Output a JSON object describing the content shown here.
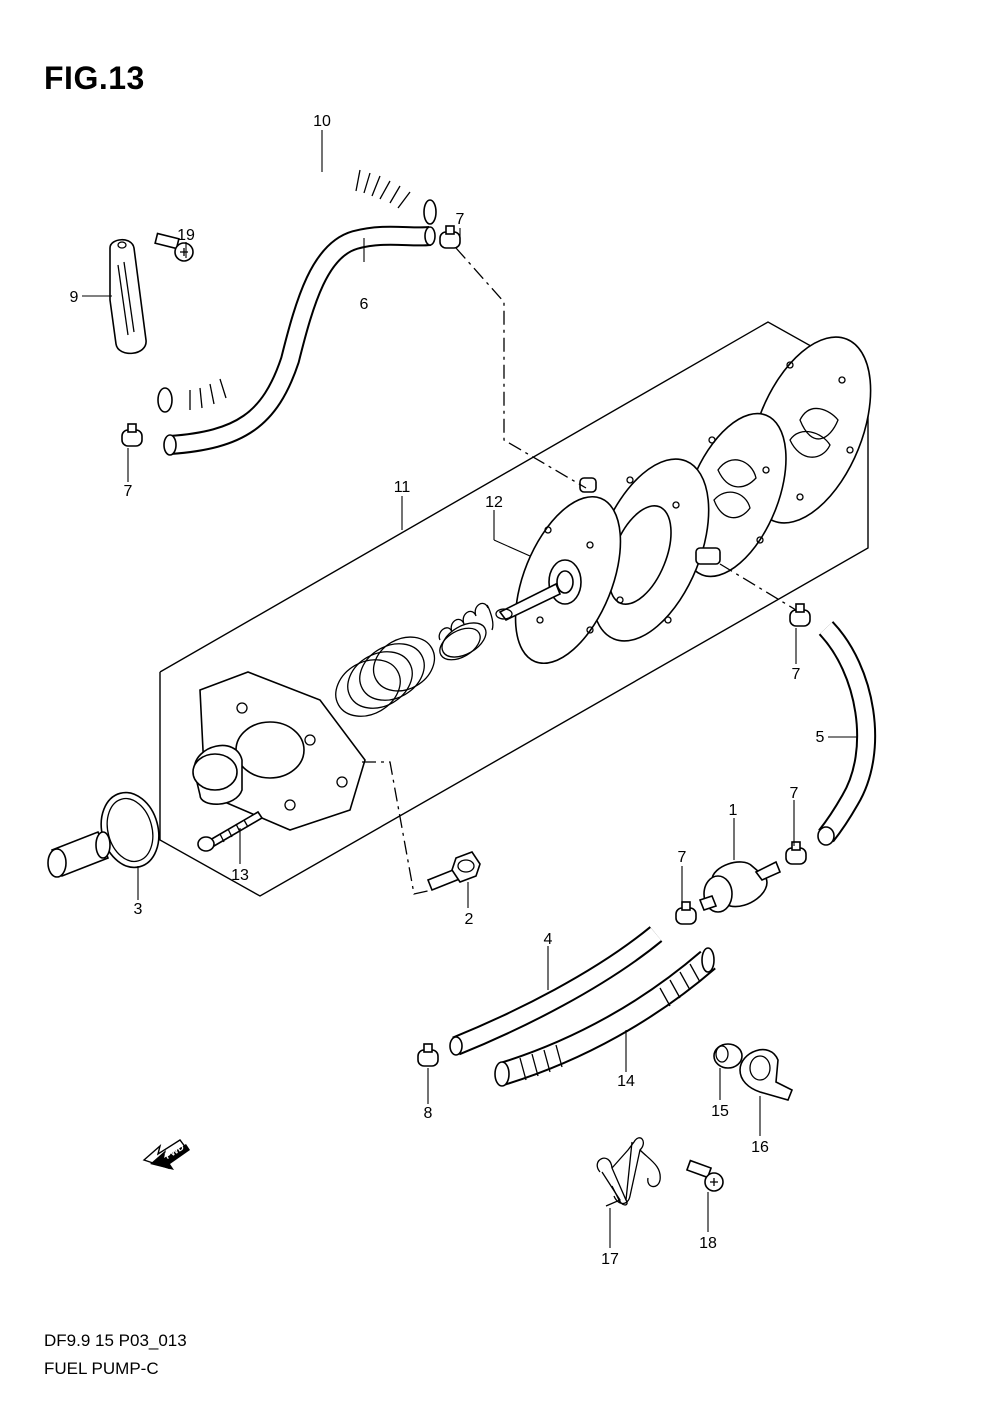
{
  "title": "FIG.13",
  "footer": {
    "code": "DF9.9 15 P03_013",
    "name": "FUEL PUMP-C"
  },
  "fwd_label": "FWD",
  "callouts": [
    "1",
    "2",
    "3",
    "4",
    "5",
    "6",
    "7",
    "7",
    "7",
    "7",
    "7",
    "8",
    "9",
    "10",
    "11",
    "12",
    "13",
    "14",
    "15",
    "16",
    "17",
    "18",
    "19"
  ]
}
